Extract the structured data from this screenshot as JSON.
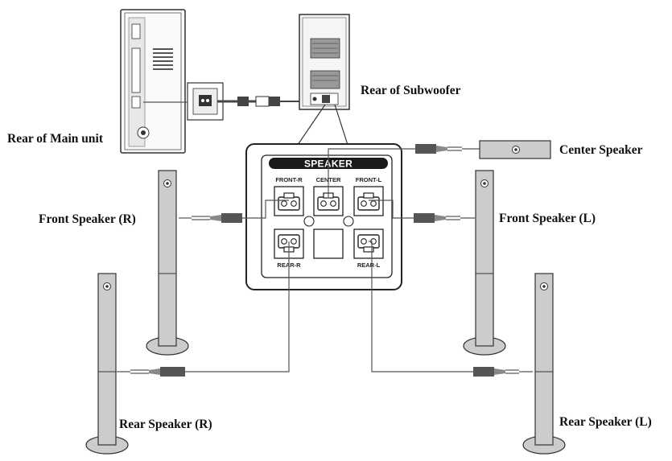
{
  "labels": {
    "rear_main_unit": "Rear of Main unit",
    "rear_subwoofer": "Rear of Subwoofer",
    "center_speaker": "Center Speaker",
    "front_speaker_r": "Front Speaker (R)",
    "front_speaker_l": "Front Speaker (L)",
    "rear_speaker_r": "Rear Speaker (R)",
    "rear_speaker_l": "Rear Speaker (L)"
  },
  "panel": {
    "title": "SPEAKER",
    "ports": {
      "front_r": "FRONT-R",
      "center": "CENTER",
      "front_l": "FRONT-L",
      "rear_r": "REAR-R",
      "rear_l": "REAR-L"
    }
  },
  "colors": {
    "speaker_fill": "#cccccc",
    "panel_header": "#1a1a1a",
    "line": "#333333"
  }
}
